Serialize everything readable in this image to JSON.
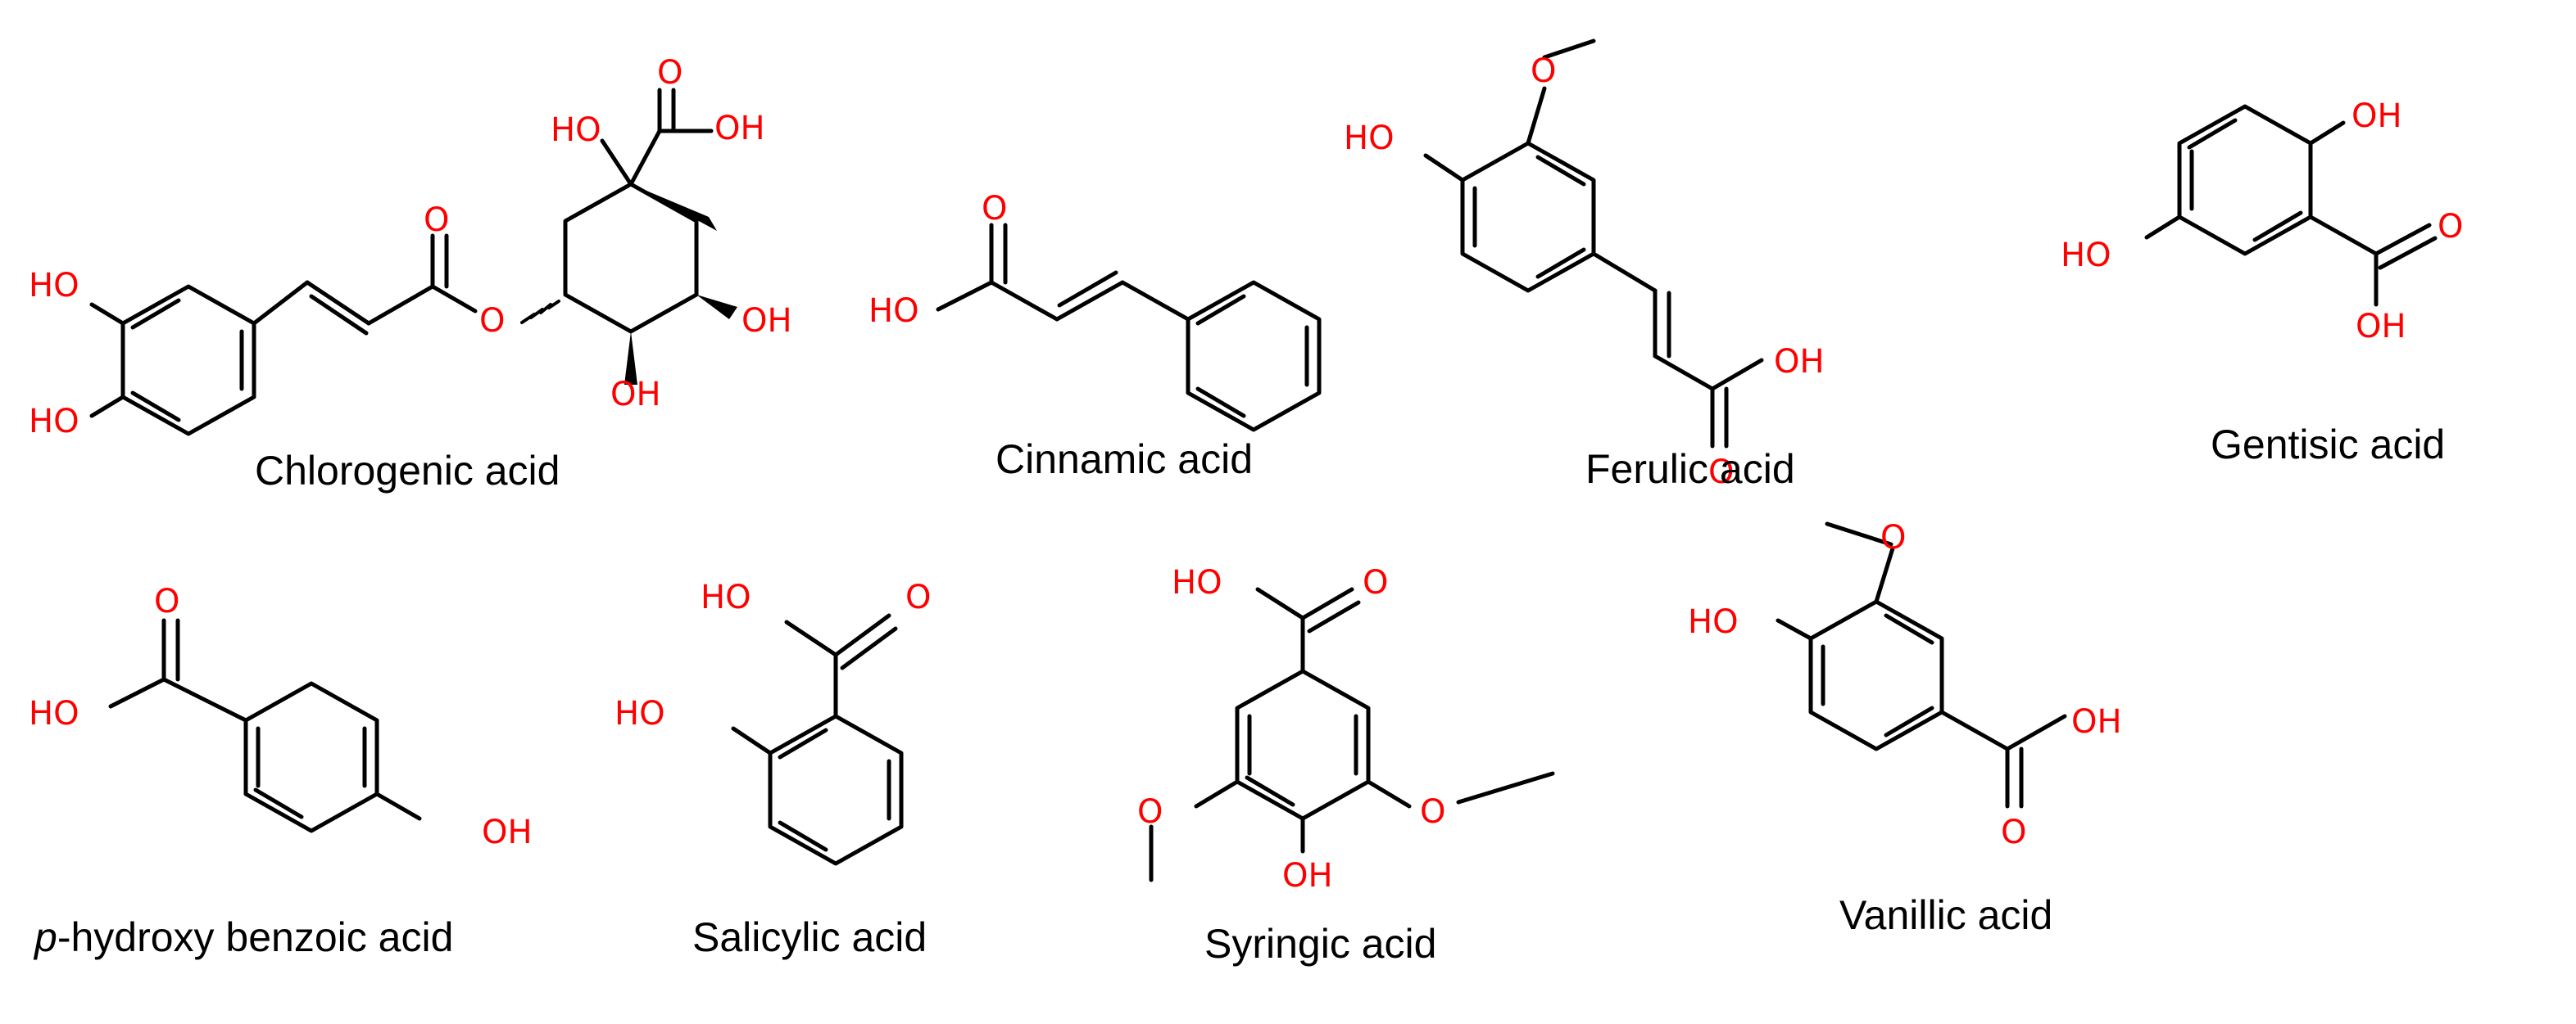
{
  "colors": {
    "bond": "#000000",
    "heteroatom": "#ff0000",
    "background": "#ffffff"
  },
  "atom_labels": {
    "ho": "HO",
    "oh": "OH",
    "o": "O"
  },
  "molecules": [
    {
      "name": "Chlorogenic acid"
    },
    {
      "name": "Cinnamic acid"
    },
    {
      "name": "Ferulic acid"
    },
    {
      "name": "Gentisic acid"
    },
    {
      "name_prefix": "p",
      "name": "-hydroxy benzoic acid"
    },
    {
      "name": "Salicylic acid"
    },
    {
      "name": "Syringic acid"
    },
    {
      "name": "Vanillic acid"
    }
  ]
}
